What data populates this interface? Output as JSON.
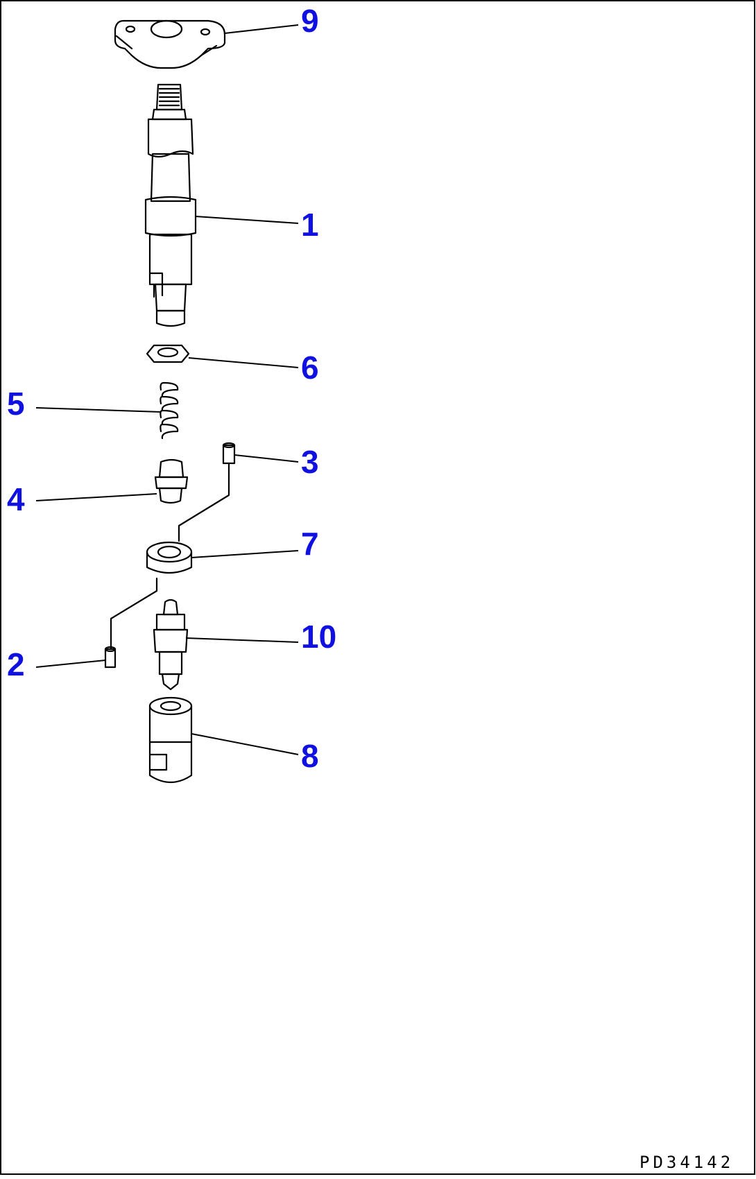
{
  "drawing": {
    "code": "PD34142",
    "label_color": "#1010e0",
    "line_color": "#000000",
    "background": "#ffffff"
  },
  "callouts": [
    {
      "id": "9",
      "label": "9"
    },
    {
      "id": "1",
      "label": "1"
    },
    {
      "id": "6",
      "label": "6"
    },
    {
      "id": "5",
      "label": "5"
    },
    {
      "id": "3",
      "label": "3"
    },
    {
      "id": "4",
      "label": "4"
    },
    {
      "id": "7",
      "label": "7"
    },
    {
      "id": "10",
      "label": "10"
    },
    {
      "id": "2",
      "label": "2"
    },
    {
      "id": "8",
      "label": "8"
    }
  ]
}
